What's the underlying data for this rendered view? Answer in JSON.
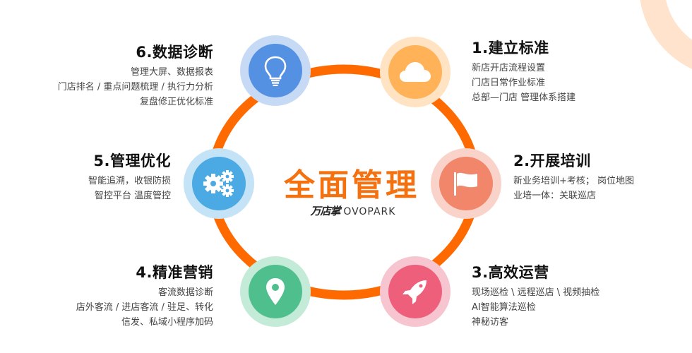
{
  "center": {
    "title": "全面管理",
    "brand_cn": "万店掌",
    "brand_en": "OVOPARK"
  },
  "colors": {
    "ring": "#FF6A00",
    "title": "#F5700F",
    "corner_deco": "#FFE3CC"
  },
  "nodes": [
    {
      "id": 1,
      "title": "1.建立标准",
      "icon": "cloud-icon",
      "lines": [
        "新店开店流程设置",
        "门店日常作业标准",
        "总部—门店 管理体系搭建"
      ],
      "inner_color": "#FFB257",
      "outer_color": "#FFE3C2"
    },
    {
      "id": 2,
      "title": "2.开展培训",
      "icon": "flag-icon",
      "lines": [
        "新业务培训+考核； 岗位地图",
        "业培一体：关联巡店"
      ],
      "inner_color": "#F2866A",
      "outer_color": "#F9D2C9"
    },
    {
      "id": 3,
      "title": "3.高效运营",
      "icon": "rocket-icon",
      "lines": [
        "现场巡检 \\ 远程巡店 \\ 视频抽检",
        "AI智能算法巡检",
        "神秘访客"
      ],
      "inner_color": "#EE5F7B",
      "outer_color": "#F7C5CF"
    },
    {
      "id": 4,
      "title": "4.精准营销",
      "icon": "location-pin-icon",
      "lines": [
        "客流数据诊断",
        "店外客流 / 进店客流 / 驻足、转化",
        "信发、私域小程序加码"
      ],
      "inner_color": "#4FC08D",
      "outer_color": "#C3EBD8"
    },
    {
      "id": 5,
      "title": "5.管理优化",
      "icon": "gears-icon",
      "lines": [
        "智能追溯，收银防损",
        "智控平台 温度管控"
      ],
      "inner_color": "#4BA9E3",
      "outer_color": "#C4E3F6"
    },
    {
      "id": 6,
      "title": "6.数据诊断",
      "icon": "lightbulb-icon",
      "lines": [
        "管理大屏、数据报表",
        "门店排名 / 重点问题梳理 / 执行力分析",
        "复盘修正优化标准"
      ],
      "inner_color": "#5591E3",
      "outer_color": "#C6DAF6"
    }
  ]
}
